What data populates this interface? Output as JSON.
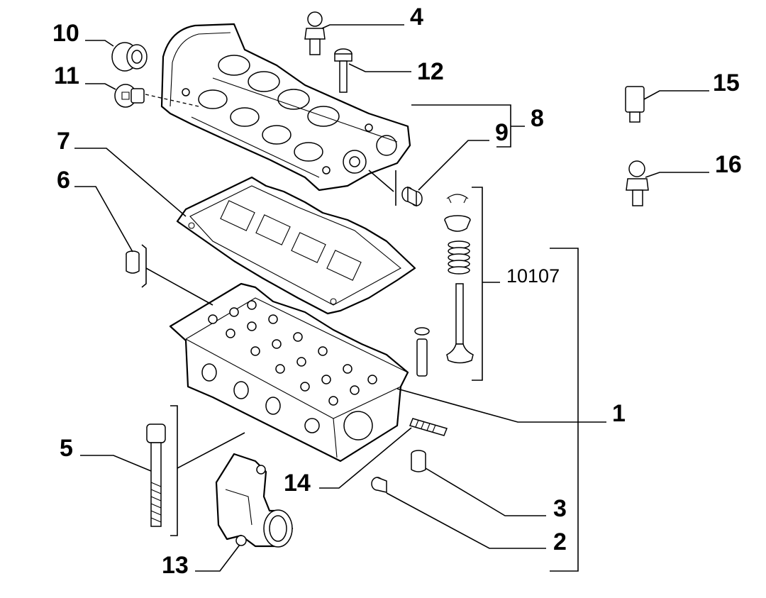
{
  "diagram": {
    "callouts": {
      "p1": "1",
      "p2": "2",
      "p3": "3",
      "p4": "4",
      "p5": "5",
      "p6": "6",
      "p7": "7",
      "p8": "8",
      "p9": "9",
      "p10": "10",
      "p11": "11",
      "p12": "12",
      "p13": "13",
      "p14": "14",
      "p15": "15",
      "p16": "16"
    },
    "assembly_code": "10107"
  }
}
